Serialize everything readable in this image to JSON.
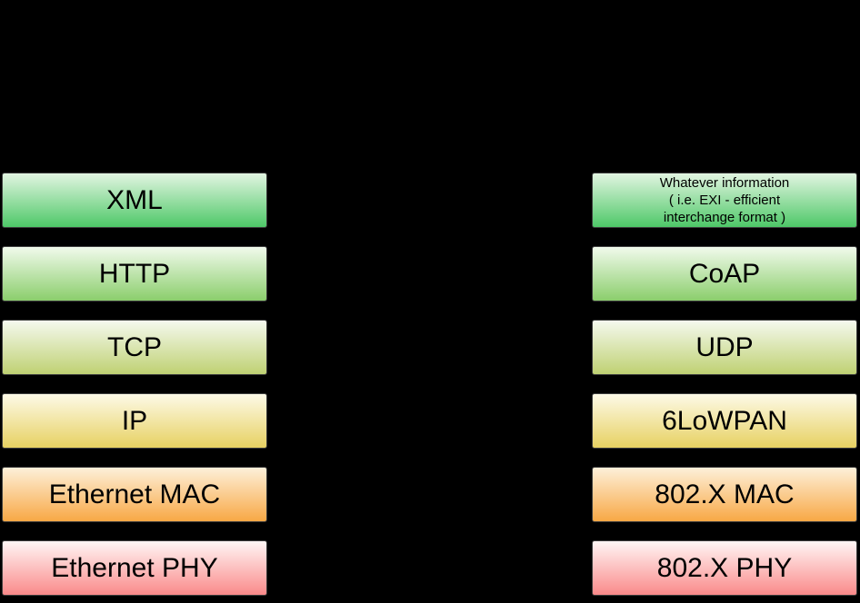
{
  "diagram": {
    "background_color": "#000000",
    "box_border_color": "#3d3d3d",
    "box_text_color": "#000000",
    "row_gradients": [
      {
        "top": "#e2f5e1",
        "bottom": "#4ec868"
      },
      {
        "top": "#f1faec",
        "bottom": "#8bce6c"
      },
      {
        "top": "#f5f9ee",
        "bottom": "#bfd173"
      },
      {
        "top": "#fdfae7",
        "bottom": "#e7d162"
      },
      {
        "top": "#fdf0d9",
        "bottom": "#f8a845"
      },
      {
        "top": "#fff6f5",
        "bottom": "#fa8a8a"
      }
    ],
    "left_stack": {
      "boxes": [
        {
          "label": "XML"
        },
        {
          "label": "HTTP"
        },
        {
          "label": "TCP"
        },
        {
          "label": "IP"
        },
        {
          "label": "Ethernet MAC"
        },
        {
          "label": "Ethernet PHY"
        }
      ]
    },
    "right_stack": {
      "boxes": [
        {
          "lines": [
            "Whatever information",
            "( i.e. EXI - efficient",
            "interchange format )"
          ]
        },
        {
          "label": "CoAP"
        },
        {
          "label": "UDP"
        },
        {
          "label": "6LoWPAN"
        },
        {
          "label": "802.X MAC"
        },
        {
          "label": "802.X PHY"
        }
      ]
    }
  }
}
